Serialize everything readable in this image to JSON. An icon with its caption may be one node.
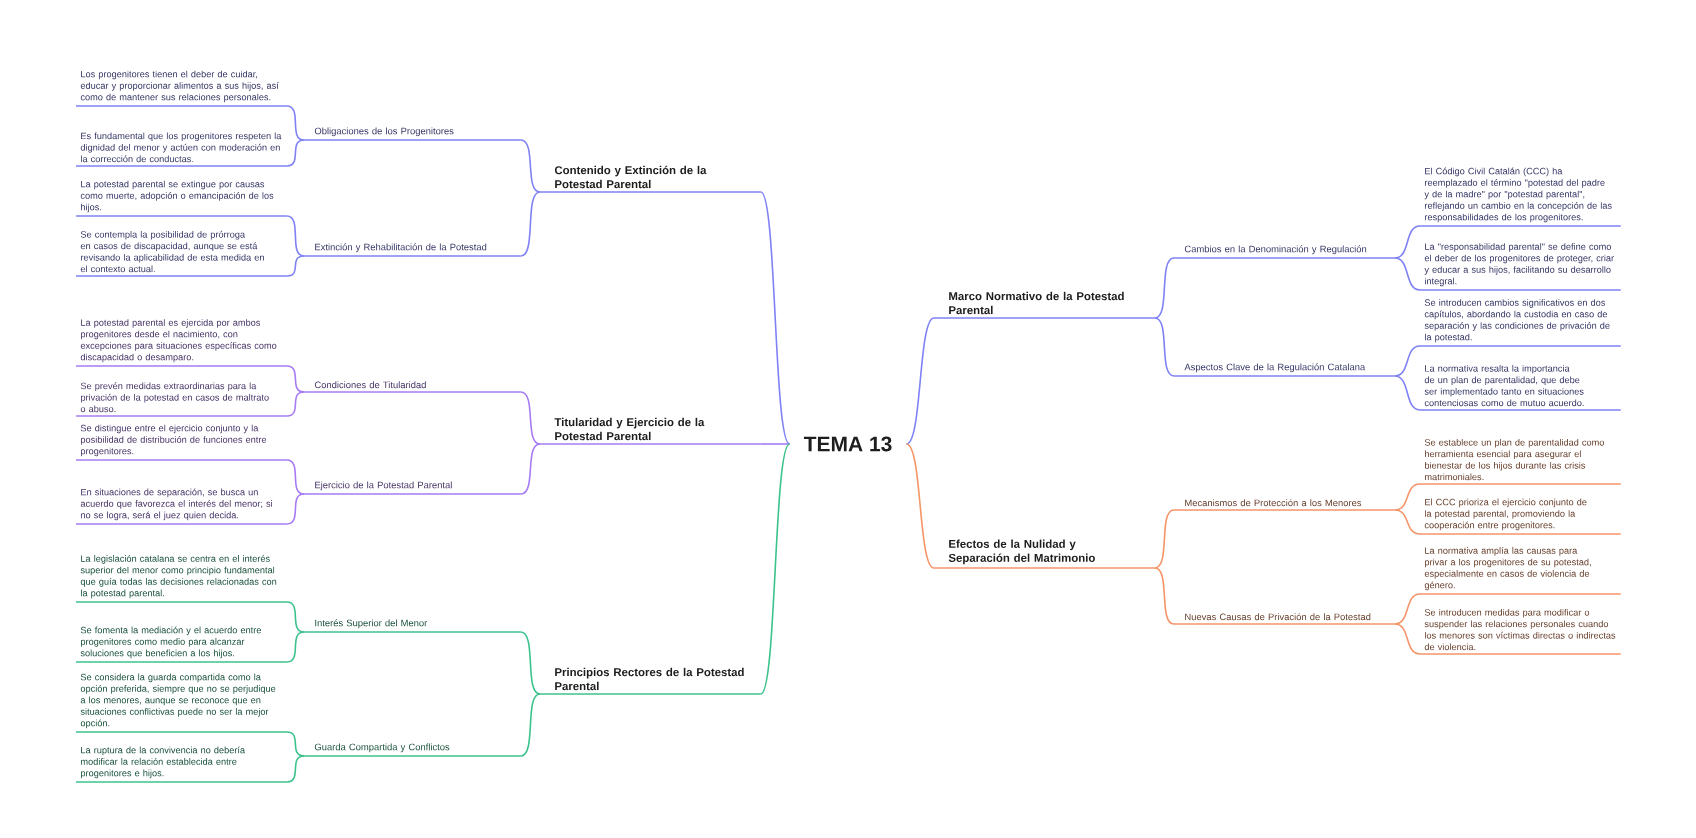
{
  "diagram": {
    "nodes": [
      {
        "text": [
          "TEMA 13"
        ]
      },
      {
        "text": [
          "Contenido y Extinción de la Potestad Parental"
        ]
      },
      {
        "text": [
          "Obligaciones de los Progenitores"
        ]
      },
      {
        "text": [
          "Los progenitores tienen el deber de cuidar, educar y proporcionar alimentos a sus hijos, así como de mantener sus relaciones personales."
        ]
      },
      {
        "text": [
          "Es fundamental que los progenitores respeten la dignidad del menor y actúen con moderación en la corrección de conductas."
        ]
      },
      {
        "text": [
          "Extinción y Rehabilitación de la Potestad"
        ]
      },
      {
        "text": [
          "La potestad parental se extingue por causas como muerte, adopción o emancipación de los hijos."
        ]
      },
      {
        "text": [
          "Se contempla la posibilidad de prórroga en casos de discapacidad, aunque se está revisando la aplicabilidad de esta medida en el contexto actual."
        ]
      },
      {
        "text": [
          "Titularidad y Ejercicio de la Potestad Parental"
        ]
      },
      {
        "text": [
          "Condiciones de Titularidad"
        ]
      },
      {
        "text": [
          "La potestad parental es ejercida por ambos progenitores desde el nacimiento, con excepciones para situaciones específicas como discapacidad o desamparo."
        ]
      },
      {
        "text": [
          "Se prevén medidas extraordinarias para la privación de la potestad en casos de maltrato o abuso."
        ]
      },
      {
        "text": [
          "Ejercicio de la Potestad Parental"
        ]
      },
      {
        "text": [
          "Se distingue entre el ejercicio conjunto y la posibilidad de distribución de funciones entre progenitores."
        ]
      },
      {
        "text": [
          "En situaciones de separación, se busca un acuerdo que favorezca el interés del menor; si no se logra, será el juez quien decida."
        ]
      },
      {
        "text": [
          "Principios Rectores de la Potestad Parental"
        ]
      },
      {
        "text": [
          "Interés Superior del Menor"
        ]
      },
      {
        "text": [
          "La legislación catalana se centra en el interés superior del menor como principio fundamental que guía todas las decisiones relacionadas con la potestad parental."
        ]
      },
      {
        "text": [
          "Se fomenta la mediación y el acuerdo entre progenitores como medio para alcanzar soluciones que beneficien a los hijos."
        ]
      },
      {
        "text": [
          "Guarda Compartida y Conflictos"
        ]
      },
      {
        "text": [
          "Se considera la guarda compartida como la opción preferida, siempre que no se perjudique a los menores, aunque se reconoce que en situaciones conflictivas puede no ser la mejor opción."
        ]
      },
      {
        "text": [
          "La ruptura de la convivencia no debería modificar la relación establecida entre progenitores e hijos."
        ]
      },
      {
        "text": [
          "Marco Normativo de la Potestad Parental"
        ]
      },
      {
        "text": [
          "Cambios en la Denominación y Regulación"
        ]
      },
      {
        "text": [
          "El Código Civil Catalán (CCC) ha reemplazado el término \"potestad del padre y de la madre\" por \"potestad parental\", reflejando un cambio en la concepción de las responsabilidades de los progenitores."
        ]
      },
      {
        "text": [
          "La \"responsabilidad parental\" se define como el deber de los progenitores de proteger, criar y educar a sus hijos, facilitando su desarrollo integral."
        ]
      },
      {
        "text": [
          "Aspectos Clave de la Regulación Catalana"
        ]
      },
      {
        "text": [
          "Se introducen cambios significativos en dos capítulos, abordando la custodia en caso de separación y las condiciones de privación de la potestad."
        ]
      },
      {
        "text": [
          "La normativa resalta la importancia de un plan de parentalidad, que debe ser implementado tanto en situaciones contenciosas como de mutuo acuerdo."
        ]
      },
      {
        "text": [
          "Efectos de la Nulidad y Separación del Matrimonio"
        ]
      },
      {
        "text": [
          "Mecanismos de Protección a los Menores"
        ]
      },
      {
        "text": [
          "Se establece un plan de parentalidad como herramienta esencial para asegurar el bienestar de los hijos durante las crisis matrimoniales."
        ]
      },
      {
        "text": [
          "El CCC prioriza el ejercicio conjunto de la potestad parental, promoviendo la cooperación entre progenitores."
        ]
      },
      {
        "text": [
          "Nuevas Causas de Privación de la Potestad"
        ]
      },
      {
        "text": [
          "La normativa amplía las causas para privar a los progenitores de su potestad, especialmente en casos de violencia de género."
        ]
      },
      {
        "text": [
          "Se introducen medidas para modificar o suspender las relaciones personales cuando los menores son víctimas directas o indirectas de violencia."
        ]
      }
    ],
    "edges": [
      {
        "from": 0,
        "to": 1,
        "arrow": "none"
      },
      {
        "from": 1,
        "to": 2,
        "arrow": "none"
      },
      {
        "from": 2,
        "to": 3,
        "arrow": "none"
      },
      {
        "from": 2,
        "to": 4,
        "arrow": "none"
      },
      {
        "from": 1,
        "to": 5,
        "arrow": "none"
      },
      {
        "from": 5,
        "to": 6,
        "arrow": "none"
      },
      {
        "from": 5,
        "to": 7,
        "arrow": "none"
      },
      {
        "from": 0,
        "to": 8,
        "arrow": "none",
        "color": "#a77bf3"
      },
      {
        "from": 8,
        "to": 9,
        "arrow": "none",
        "color": "#a77bf3"
      },
      {
        "from": 9,
        "to": 10,
        "arrow": "none",
        "color": "#a77bf3"
      },
      {
        "from": 9,
        "to": 11,
        "arrow": "none",
        "color": "#a77bf3"
      },
      {
        "from": 8,
        "to": 12,
        "arrow": "none",
        "color": "#a77bf3"
      },
      {
        "from": 12,
        "to": 13,
        "arrow": "none",
        "color": "#a77bf3"
      },
      {
        "from": 12,
        "to": 14,
        "arrow": "none",
        "color": "#a77bf3"
      },
      {
        "from": 0,
        "to": 15,
        "arrow": "none",
        "color": "#3cc28c"
      },
      {
        "from": 15,
        "to": 16,
        "arrow": "none",
        "color": "#3cc28c"
      },
      {
        "from": 16,
        "to": 17,
        "arrow": "none",
        "color": "#3cc28c"
      },
      {
        "from": 16,
        "to": 18,
        "arrow": "none",
        "color": "#3cc28c"
      },
      {
        "from": 15,
        "to": 19,
        "arrow": "none",
        "color": "#3cc28c"
      },
      {
        "from": 19,
        "to": 20,
        "arrow": "none",
        "color": "#3cc28c"
      },
      {
        "from": 19,
        "to": 21,
        "arrow": "none",
        "color": "#3cc28c"
      },
      {
        "from": 0,
        "to": 22,
        "arrow": "none"
      },
      {
        "from": 22,
        "to": 23,
        "arrow": "none"
      },
      {
        "from": 23,
        "to": 24,
        "arrow": "none"
      },
      {
        "from": 23,
        "to": 25,
        "arrow": "none"
      },
      {
        "from": 22,
        "to": 26,
        "arrow": "none"
      },
      {
        "from": 26,
        "to": 27,
        "arrow": "none"
      },
      {
        "from": 26,
        "to": 28,
        "arrow": "none"
      },
      {
        "from": 0,
        "to": 29,
        "arrow": "none",
        "color": "#f59567"
      },
      {
        "from": 29,
        "to": 30,
        "arrow": "none",
        "color": "#f59567"
      },
      {
        "from": 30,
        "to": 31,
        "arrow": "none",
        "color": "#f59567"
      },
      {
        "from": 30,
        "to": 32,
        "arrow": "none",
        "color": "#f59567"
      },
      {
        "from": 29,
        "to": 33,
        "arrow": "none",
        "color": "#f59567"
      },
      {
        "from": 33,
        "to": 34,
        "arrow": "none",
        "color": "#f59567"
      },
      {
        "from": 33,
        "to": 35,
        "arrow": "none",
        "color": "#f59567"
      }
    ]
  }
}
